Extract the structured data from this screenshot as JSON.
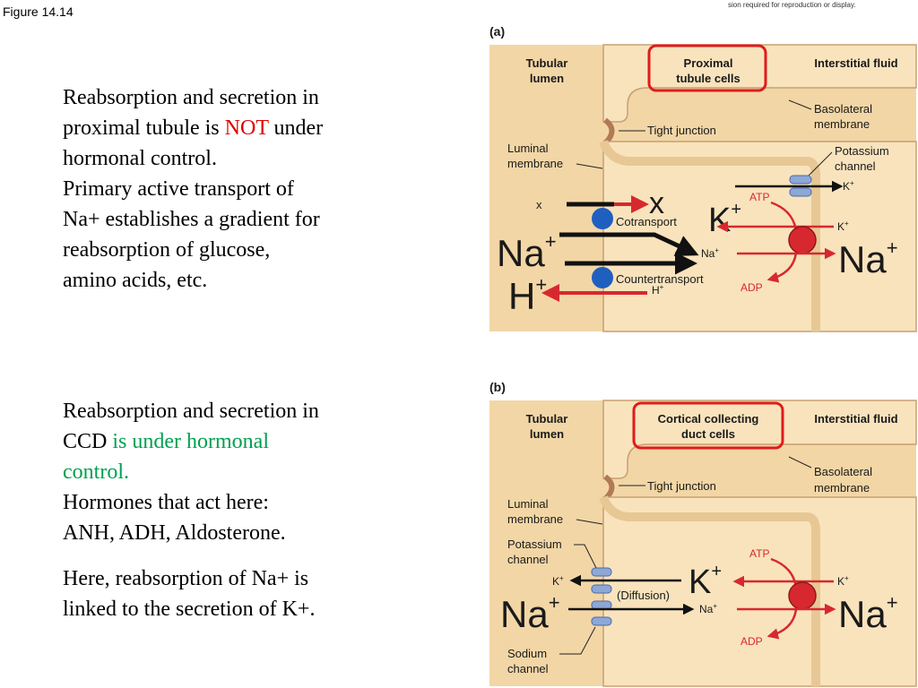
{
  "figure_label": "Figure 14.14",
  "copyright_fragment": "sion required for reproduction or display.",
  "text_a": {
    "line1": "Reabsorption and secretion in",
    "line2_pre": "proximal tubule is ",
    "line2_emph": "NOT",
    "line2_post": " under",
    "line3": "hormonal control.",
    "line4": "Primary active transport of",
    "line5": "Na+ establishes a gradient for",
    "line6": "reabsorption of glucose,",
    "line7": "amino acids, etc."
  },
  "text_b": {
    "line1": "Reabsorption and secretion in",
    "line2_pre": "CCD ",
    "line2_emph": "is under hormonal",
    "line3_emph": "control.",
    "line4": "Hormones that act here:",
    "line5": "ANH, ADH, Aldosterone.",
    "line6": "Here, reabsorption of Na+ is",
    "line7": "linked to the secretion of K+."
  },
  "panel_a": {
    "letter": "(a)",
    "tubular_lumen_1": "Tubular",
    "tubular_lumen_2": "lumen",
    "cells_1": "Proximal",
    "cells_2": "tubule cells",
    "interstitial": "Interstitial fluid",
    "basolateral_1": "Basolateral",
    "basolateral_2": "membrane",
    "tight_junction": "Tight junction",
    "luminal_1": "Luminal",
    "luminal_2": "membrane",
    "potassium_1": "Potassium",
    "potassium_2": "channel",
    "x_small": "x",
    "x_big": "x",
    "k_big": "K",
    "k_sup": "+",
    "atp": "ATP",
    "adp": "ADP",
    "k_out": "K",
    "k_out_sup": "+",
    "k_in": "K",
    "k_in_sup": "+",
    "cotransport": "Cotransport",
    "countertransport": "Countertransport",
    "na_small": "Na",
    "na_small_sup": "+",
    "h_small": "H",
    "h_small_sup": "+",
    "na_big_left": "Na",
    "na_big_left_sup": "+",
    "na_big_right": "Na",
    "na_big_right_sup": "+",
    "h_big": "H",
    "h_big_sup": "+"
  },
  "panel_b": {
    "letter": "(b)",
    "tubular_lumen_1": "Tubular",
    "tubular_lumen_2": "lumen",
    "cells_1": "Cortical collecting",
    "cells_2": "duct cells",
    "interstitial": "Interstitial fluid",
    "basolateral_1": "Basolateral",
    "basolateral_2": "membrane",
    "tight_junction": "Tight junction",
    "luminal_1": "Luminal",
    "luminal_2": "membrane",
    "potassium_1": "Potassium",
    "potassium_2": "channel",
    "sodium_1": "Sodium",
    "sodium_2": "channel",
    "k_left": "K",
    "k_left_sup": "+",
    "diffusion": "(Diffusion)",
    "k_big": "K",
    "k_big_sup": "+",
    "atp": "ATP",
    "adp": "ADP",
    "k_right": "K",
    "k_right_sup": "+",
    "na_small": "Na",
    "na_small_sup": "+",
    "na_big_left": "Na",
    "na_big_left_sup": "+",
    "na_big_right": "Na",
    "na_big_right_sup": "+"
  },
  "colors": {
    "lumen_bg": "#f2d6a6",
    "cell_bg": "#f8e3bd",
    "highlight_box": "#e01b1b",
    "arrow_red": "#d8282f",
    "arrow_black": "#111111",
    "carrier_blue": "#1f5fbf",
    "pump_red": "#d8282f",
    "channel_blue": "#8da7d6"
  }
}
